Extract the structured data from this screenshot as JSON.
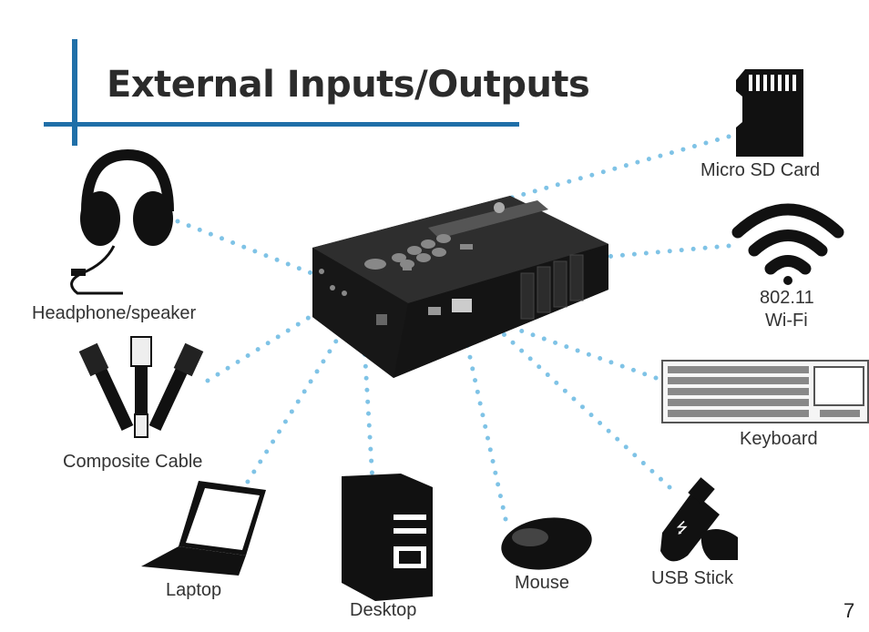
{
  "page": {
    "title": "External Inputs/Outputs",
    "page_number": "7",
    "accent_color": "#1f6fa8",
    "dot_color": "#7fc3e6"
  },
  "devices": {
    "headphone": "Headphone/speaker",
    "composite": "Composite Cable",
    "laptop": "Laptop",
    "desktop": "Desktop",
    "mouse": "Mouse",
    "usb": "USB Stick",
    "keyboard": "Keyboard",
    "wifi_line1": "802.11",
    "wifi_line2": "Wi-Fi",
    "sd": "Micro SD Card"
  }
}
